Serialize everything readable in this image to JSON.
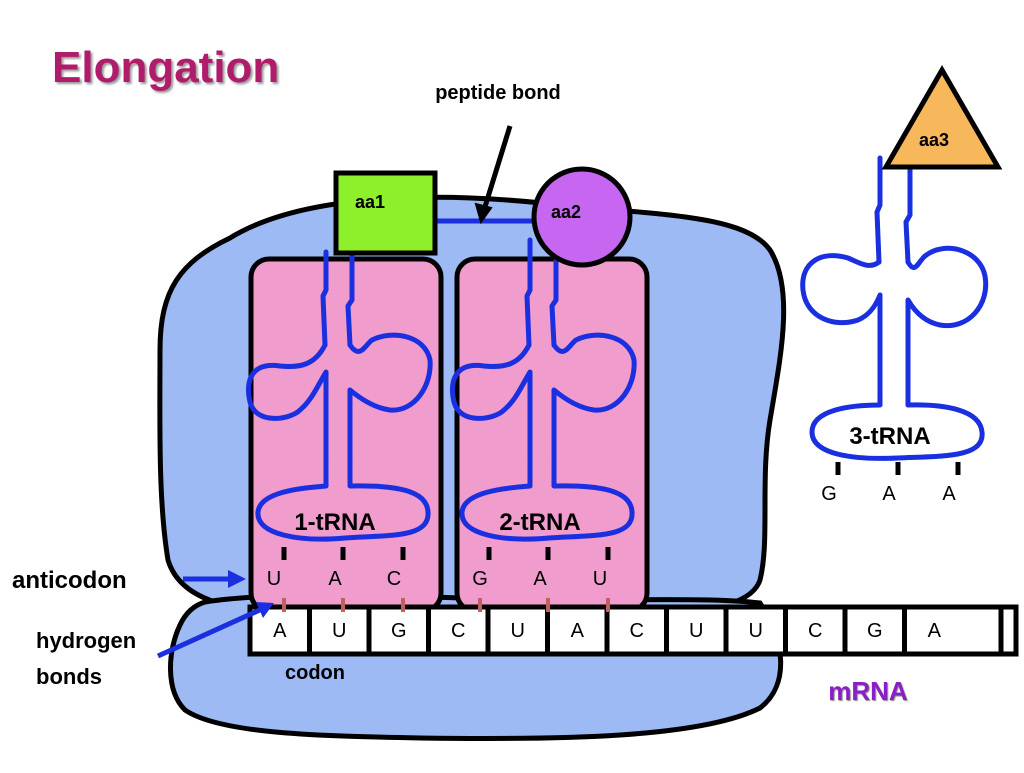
{
  "title": "Elongation",
  "labels": {
    "peptide_bond": "peptide bond",
    "anticodon": "anticodon",
    "hydrogen_bonds_line1": "hydrogen",
    "hydrogen_bonds_line2": "bonds",
    "codon": "codon",
    "mrna": "mRNA"
  },
  "amino_acids": {
    "aa1": "aa1",
    "aa2": "aa2",
    "aa3": "aa3"
  },
  "trnas": [
    {
      "label": "1-tRNA",
      "anticodon": [
        "U",
        "A",
        "C"
      ]
    },
    {
      "label": "2-tRNA",
      "anticodon": [
        "G",
        "A",
        "U"
      ]
    },
    {
      "label": "3-tRNA",
      "anticodon": [
        "G",
        "A",
        "A"
      ]
    }
  ],
  "mrna_bases": [
    "A",
    "U",
    "G",
    "C",
    "U",
    "A",
    "C",
    "U",
    "U",
    "C",
    "G",
    "A"
  ],
  "colors": {
    "title": "#b01c6a",
    "ribosome": "#9dbaf5",
    "trna_site": "#f09ccc",
    "trna_strand": "#1a2fe0",
    "aa1": "#8ef02a",
    "aa2": "#c766f0",
    "aa3": "#f6b85a",
    "mrna_label": "#8a1fc4",
    "hbond": "#c06060",
    "arrow": "#1a2fe0"
  }
}
